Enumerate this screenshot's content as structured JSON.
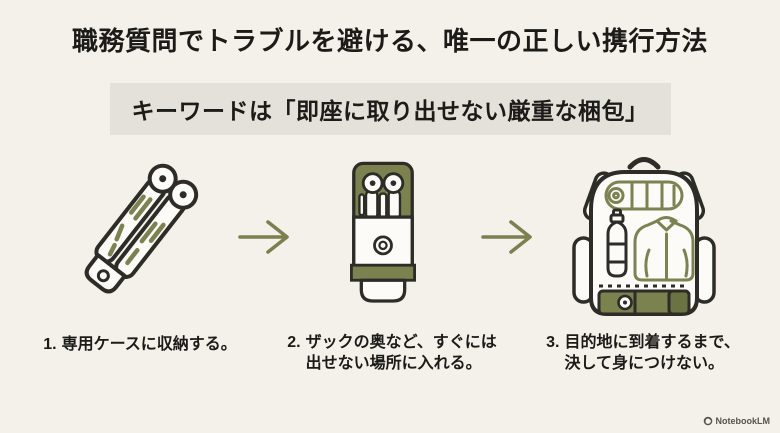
{
  "slide": {
    "title": "職務質問でトラブルを避ける、唯一の正しい携行方法",
    "keyword_banner": "キーワードは「即座に取り出せない厳重な梱包」",
    "steps": [
      {
        "num": "1.",
        "lines": [
          "専用ケースに収納する。"
        ],
        "illustration": "multitool-icon"
      },
      {
        "num": "2.",
        "lines": [
          "ザックの奥など、すぐには",
          "出せない場所に入れる。"
        ],
        "illustration": "tool-in-case-icon"
      },
      {
        "num": "3.",
        "lines": [
          "目的地に到着するまで、",
          "決して身につけない。"
        ],
        "illustration": "backpack-icon"
      }
    ],
    "icons": {
      "between_steps": "arrow-right-icon",
      "watermark_logo": "notebooklm-logo-icon"
    },
    "watermark": "NotebookLM",
    "colors": {
      "background": "#f3f1ea",
      "banner_bg": "#e4e1da",
      "text": "#1c1b18",
      "outline": "#2d2c27",
      "olive": "#7c8150",
      "olive_dark": "#6b7342",
      "arrow": "#7b8050",
      "watermark_text": "#57534d"
    }
  }
}
